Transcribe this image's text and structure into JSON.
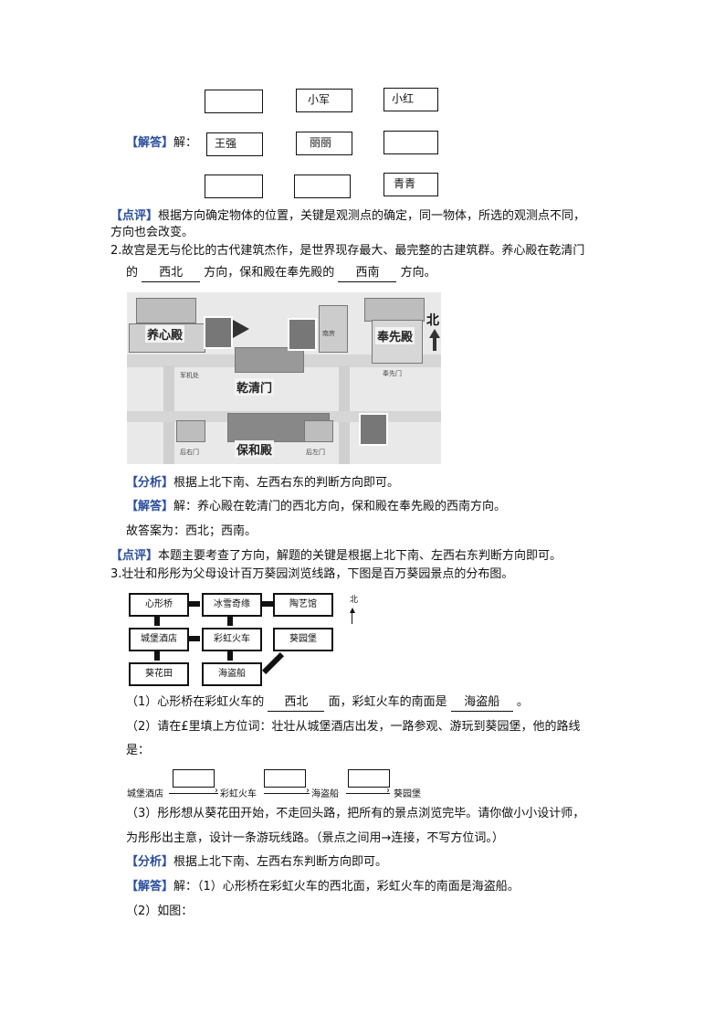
{
  "grid_answer": {
    "label": "【解答】",
    "prefix": "解：",
    "cells": [
      "",
      "小军",
      "小红",
      "王强",
      "丽丽",
      "",
      "",
      "",
      "青青"
    ]
  },
  "comment1": {
    "label": "【点评】",
    "line1": "根据方向确定物体的位置，关键是观测点的确定，同一物体，所选的观测点不同，",
    "line2": "方向也会改变。"
  },
  "q2": {
    "line1": "2.故宫是无与伦比的古代建筑杰作，是世界现存最大、最完整的古建筑群。养心殿在乾清门",
    "line2_pre": "的",
    "answer1": "西北",
    "line2_mid": "方向，保和殿在奉先殿的",
    "answer2": "西南",
    "line2_post": "方向。",
    "map": {
      "north": "北",
      "yangxin": "养心殿",
      "fengxian": "奉先殿",
      "qianqing": "乾清门",
      "baohe": "保和殿",
      "small_junjichu": "军机处",
      "small_nanfang": "南房",
      "small_fengxianmen": "奉先门",
      "small_houyoumen": "后右门",
      "small_houzuomen": "后左门"
    },
    "analysis_label": "【分析】",
    "analysis": "根据上北下南、左西右东的判断方向即可。",
    "answer_label": "【解答】",
    "answer_text": "解：养心殿在乾清门的西北方向，保和殿在奉先殿的西南方向。",
    "final": "故答案为：西北；西南。",
    "comment_label": "【点评】",
    "comment": "本题主要考查了方向，解题的关键是根据上北下南、左西右东判断方向即可。"
  },
  "q3": {
    "line1": "3.壮壮和彤彤为父母设计百万葵园浏览线路，下图是百万葵园景点的分布图。",
    "scenes": [
      "心形桥",
      "冰雪奇缘",
      "陶艺馆",
      "城堡酒店",
      "彩虹火车",
      "葵园堡",
      "葵花田",
      "海盗船"
    ],
    "north": "北",
    "p1_pre": "（1）心形桥在彩虹火车的",
    "p1_ans1": "西北",
    "p1_mid": "面，彩虹火车的南面是",
    "p1_ans2": "海盗船",
    "p1_post": "。",
    "p2_line1": "（2）请在£里填上方位词：壮壮从城堡酒店出发，一路参观、游玩到葵园堡，他的路线",
    "p2_line2": "是：",
    "flow": [
      "城堡酒店",
      "彩虹火车",
      "海盗船",
      "葵园堡"
    ],
    "p3_line1": "（3）彤彤想从葵花田开始，不走回头路，把所有的景点浏览完毕。请你做小小设计师，",
    "p3_line2": "为彤彤出主意，设计一条游玩线路。（景点之间用→连接，不写方位词。）",
    "analysis_label": "【分析】",
    "analysis": "根据上北下南、左西右东判断方向即可。",
    "answer_label": "【解答】",
    "answer_text": "解：（1）心形桥在彩虹火车的西北面，彩虹火车的南面是海盗船。",
    "p2_answer": "（2）如图："
  }
}
